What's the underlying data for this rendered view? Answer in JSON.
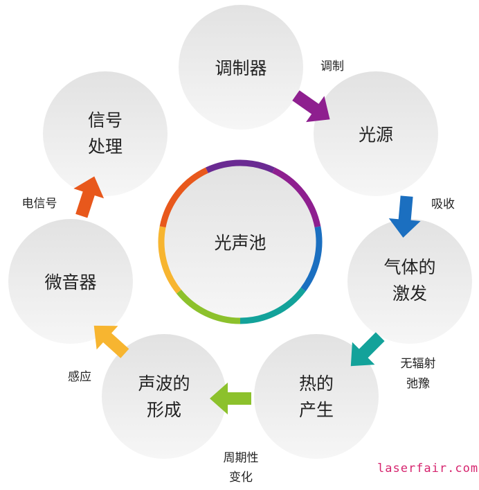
{
  "center": {
    "label": "光声池"
  },
  "ring_colors": [
    "#6a2a92",
    "#8e1f8f",
    "#1b6fc0",
    "#13a29a",
    "#8cc12c",
    "#f7b530",
    "#e8581c"
  ],
  "nodes": [
    {
      "lines": [
        "调制器"
      ]
    },
    {
      "lines": [
        "光源"
      ]
    },
    {
      "lines": [
        "气体的",
        "激发"
      ]
    },
    {
      "lines": [
        "热的",
        "产生"
      ]
    },
    {
      "lines": [
        "声波的",
        "形成"
      ]
    },
    {
      "lines": [
        "微音器"
      ]
    },
    {
      "lines": [
        "信号",
        "处理"
      ]
    }
  ],
  "arrows": [
    {
      "color": "#8e1f8f",
      "label": [
        "调制"
      ]
    },
    {
      "color": "#1b6fc0",
      "label": [
        "吸收"
      ]
    },
    {
      "color": "#13a29a",
      "label": [
        "无辐射",
        "弛豫"
      ]
    },
    {
      "color": "#8cc12c",
      "label": [
        "周期性",
        "变化"
      ]
    },
    {
      "color": "#f7b530",
      "label": [
        "感应"
      ]
    },
    {
      "color": "#e8581c",
      "label": [
        "电信号"
      ]
    }
  ],
  "watermark": "laserfair.com"
}
